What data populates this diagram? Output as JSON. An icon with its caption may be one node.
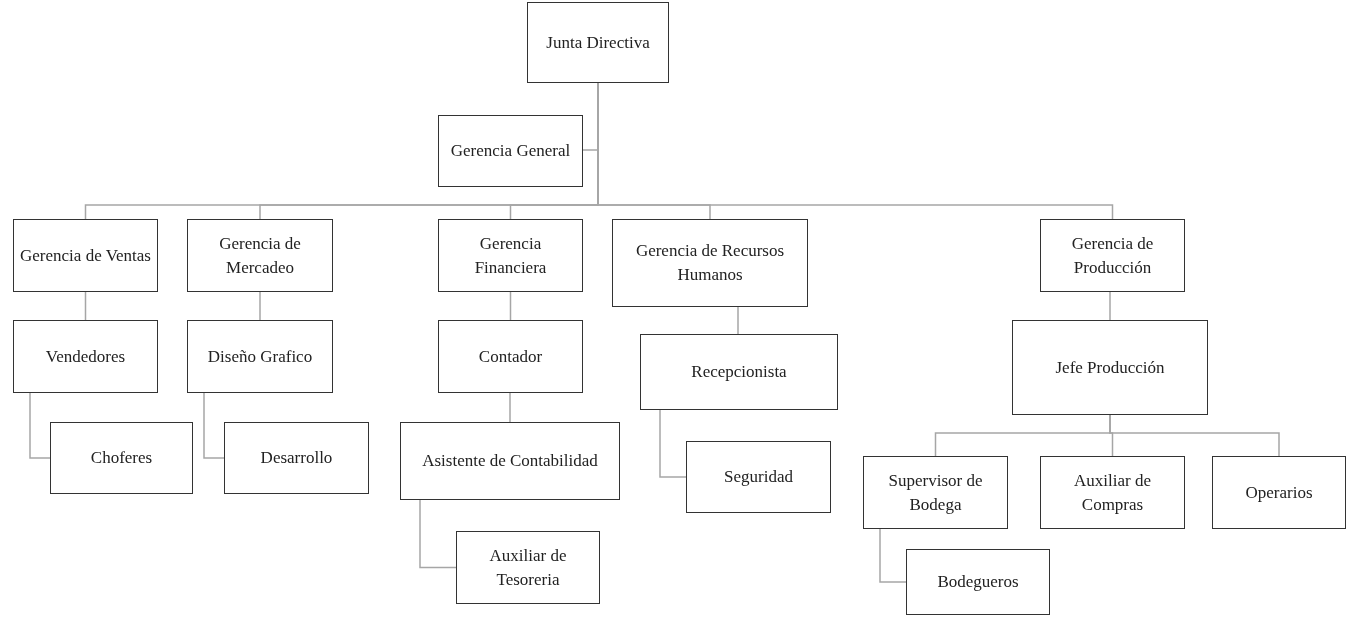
{
  "diagram": {
    "nodes": [
      {
        "text": [
          "Junta Directiva"
        ]
      },
      {
        "text": [
          "Gerencia General"
        ]
      },
      {
        "text": [
          "Gerencia de Ventas"
        ]
      },
      {
        "text": [
          "Gerencia de Mercadeo"
        ]
      },
      {
        "text": [
          "Gerencia Financiera"
        ]
      },
      {
        "text": [
          "Gerencia de Recursos Humanos"
        ]
      },
      {
        "text": [
          "Gerencia de Producción"
        ]
      },
      {
        "text": [
          "Vendedores"
        ]
      },
      {
        "text": [
          "Choferes"
        ]
      },
      {
        "text": [
          "Diseño Grafico"
        ]
      },
      {
        "text": [
          "Desarrollo"
        ]
      },
      {
        "text": [
          "Contador"
        ]
      },
      {
        "text": [
          "Asistente de Contabilidad"
        ]
      },
      {
        "text": [
          "Auxiliar de Tesoreria"
        ]
      },
      {
        "text": [
          "Recepcionista"
        ]
      },
      {
        "text": [
          "Seguridad"
        ]
      },
      {
        "text": [
          "Jefe Producción"
        ]
      },
      {
        "text": [
          "Supervisor de Bodega"
        ]
      },
      {
        "text": [
          "Auxiliar de Compras"
        ]
      },
      {
        "text": [
          "Operarios"
        ]
      },
      {
        "text": [
          "Bodegueros"
        ]
      }
    ],
    "edges": [
      {
        "from": 0,
        "to": 1,
        "arrow": "none"
      },
      {
        "from": 0,
        "to": 2,
        "arrow": "none"
      },
      {
        "from": 0,
        "to": 3,
        "arrow": "none"
      },
      {
        "from": 0,
        "to": 4,
        "arrow": "none"
      },
      {
        "from": 0,
        "to": 5,
        "arrow": "none"
      },
      {
        "from": 0,
        "to": 6,
        "arrow": "none"
      },
      {
        "from": 2,
        "to": 7,
        "arrow": "none"
      },
      {
        "from": 7,
        "to": 8,
        "arrow": "none"
      },
      {
        "from": 3,
        "to": 9,
        "arrow": "none"
      },
      {
        "from": 9,
        "to": 10,
        "arrow": "none"
      },
      {
        "from": 4,
        "to": 11,
        "arrow": "none"
      },
      {
        "from": 11,
        "to": 12,
        "arrow": "none"
      },
      {
        "from": 12,
        "to": 13,
        "arrow": "none"
      },
      {
        "from": 5,
        "to": 14,
        "arrow": "none"
      },
      {
        "from": 14,
        "to": 15,
        "arrow": "none"
      },
      {
        "from": 6,
        "to": 16,
        "arrow": "none"
      },
      {
        "from": 16,
        "to": 17,
        "arrow": "none"
      },
      {
        "from": 16,
        "to": 18,
        "arrow": "none"
      },
      {
        "from": 16,
        "to": 19,
        "arrow": "none"
      },
      {
        "from": 17,
        "to": 20,
        "arrow": "none"
      }
    ]
  }
}
